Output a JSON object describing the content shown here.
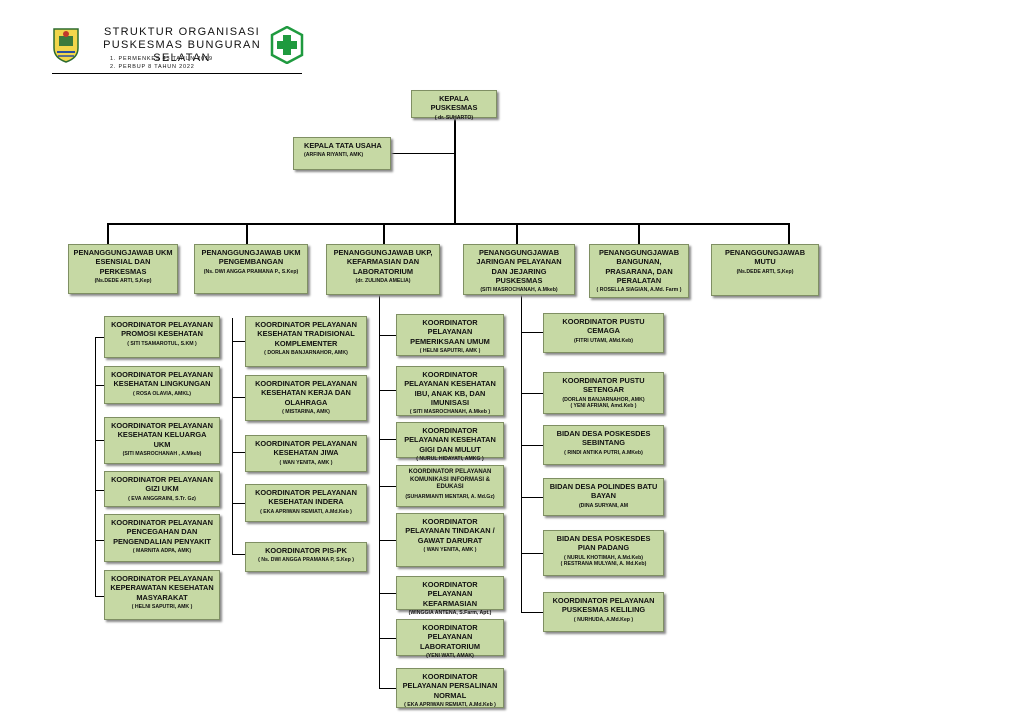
{
  "header": {
    "title_line1": "STRUKTUR ORGANISASI",
    "title_line2": "PUSKESMAS BUNGURAN SELATAN",
    "ref1": "1. PERMENKES 43 TAHUN 2019",
    "ref2": "2. PERBUP 8 TAHUN 2022"
  },
  "colors": {
    "box_fill": "#c6d9a4",
    "box_border": "#7f8f63",
    "logo_green": "#1f9a3f"
  },
  "head": {
    "title": "KEPALA PUSKESMAS",
    "name": "( dr. SUHARTO)"
  },
  "tata_usaha": {
    "title": "KEPALA TATA USAHA",
    "name": "(ARFINA RIYANTI, AMK)"
  },
  "pj": [
    {
      "title": "PENANGGUNGJAWAB UKM ESENSIAL DAN PERKESMAS",
      "name": "(Ns.DEDE ARTI, S,Kep)"
    },
    {
      "title": "PENANGGUNGJAWAB UKM PENGEMBANGAN",
      "name": "(Ns. DWI ANGGA PRAMANA P., S.Kep)"
    },
    {
      "title": "PENANGGUNGJAWAB UKP, KEFARMASIAN DAN LABORATORIUM",
      "name": "(dr. ZULINDA AMELIA)"
    },
    {
      "title": "PENANGGUNGJAWAB JARINGAN PELAYANAN DAN JEJARING PUSKESMAS",
      "name": "(SITI MASROCHANAH, A.Mkeb)"
    },
    {
      "title": "PENANGGUNGJAWAB BANGUNAN, PRASARANA, DAN PERALATAN",
      "name": "( ROSELLA SIAGIAN, A.Md. Farm )"
    },
    {
      "title": "PENANGGUNGJAWAB MUTU",
      "name": "(Ns.DEDE ARTI, S,Kep)"
    }
  ],
  "col1": [
    {
      "title": "KOORDINATOR PELAYANAN PROMOSI KESEHATAN",
      "name": "( SITI TSAMAROTUL, S.KM )"
    },
    {
      "title": "KOORDINATOR PELAYANAN KESEHATAN LINGKUNGAN",
      "name": "( ROSA OLAVIA, AMKL)"
    },
    {
      "title": "KOORDINATOR PELAYANAN KESEHATAN KELUARGA UKM",
      "name": "(SITI MASROCHANAH , A.Mkeb)"
    },
    {
      "title": "KOORDINATOR PELAYANAN GIZI UKM",
      "name": "( EVA ANGGRAINI, S.Tr. Gz)"
    },
    {
      "title": "KOORDINATOR PELAYANAN PENCEGAHAN DAN PENGENDALIAN PENYAKIT",
      "name": "( MARNITA ADPA, AMK)"
    },
    {
      "title": "KOORDINATOR PELAYANAN KEPERAWATAN KESEHATAN MASYARAKAT",
      "name": "( HELNI SAPUTRI, AMK )"
    }
  ],
  "col2": [
    {
      "title": "KOORDINATOR PELAYANAN KESEHATAN TRADISIONAL KOMPLEMENTER",
      "name": "( DORLAN BANJARNAHOR, AMK)"
    },
    {
      "title": "KOORDINATOR PELAYANAN KESEHATAN KERJA DAN OLAHRAGA",
      "name": "( MISTARINA, AMK)"
    },
    {
      "title": "KOORDINATOR PELAYANAN KESEHATAN JIWA",
      "name": "( WAN YENITA, AMK )"
    },
    {
      "title": "KOORDINATOR PELAYANAN KESEHATAN INDERA",
      "name": "( EKA APRIWAN REMIATI, A.Md.Keb )"
    },
    {
      "title": "KOORDINATOR PIS-PK",
      "name": "( Ns. DWI ANGGA PRAMANA P, S.Kep )"
    }
  ],
  "col3": [
    {
      "title": "KOORDINATOR PELAYANAN PEMERIKSAAN UMUM",
      "name": "( HELNI SAPUTRI, AMK )"
    },
    {
      "title": "KOORDINATOR PELAYANAN KESEHATAN IBU, ANAK KB, DAN IMUNISASI",
      "name": "( SITI MASROCHANAH, A.Mkeb )"
    },
    {
      "title": "KOORDINATOR PELAYANAN KESEHATAN GIGI DAN MULUT",
      "name": "( NURUL HIDAYATI, AMKG )"
    },
    {
      "title": "KOORDINATOR PELAYANAN KOMUNIKASI INFORMASI & EDUKASI",
      "name": "(SUHARMIANTI MENTARI, A. Md.Gz)"
    },
    {
      "title": "KOORDINATOR PELAYANAN TINDAKAN / GAWAT DARURAT",
      "name": "( WAN YENITA, AMK )"
    },
    {
      "title": "KOORDINATOR PELAYANAN KEFARMASIAN",
      "name": "(WINGGIA ANTENA, S.Farm, Apt.)"
    },
    {
      "title": "KOORDINATOR PELAYANAN LABORATORIUM",
      "name": "(YENI WATI, AMAK)"
    },
    {
      "title": "KOORDINATOR PELAYANAN PERSALINAN NORMAL",
      "name": "( EKA APRIWAN REMIATI, A.Md.Keb )"
    }
  ],
  "col4": [
    {
      "title": "KOORDINATOR PUSTU CEMAGA",
      "name": "(FITRI UTAMI, AMd.Keb)",
      "name2": ""
    },
    {
      "title": "KOORDINATOR PUSTU SETENGAR",
      "name": "(DORLAN BANJARNAHOR, AMK)",
      "name2": "( YENI AFRIANI, Amd.Keb )"
    },
    {
      "title": "BIDAN DESA POSKESDES SEBINTANG",
      "name": "( RINDI ANTIKA PUTRI, A.MKeb)",
      "name2": ""
    },
    {
      "title": "BIDAN DESA POLINDES BATU BAYAN",
      "name": "(DINA SURYANI, AM",
      "name2": ""
    },
    {
      "title": "BIDAN DESA POSKESDES PIAN PADANG",
      "name": "( NURUL KHOTIMAH, A.Md.Keb)",
      "name2": "( RESTRANA MULYANI, A. Md.Keb)"
    },
    {
      "title": "KOORDINATOR PELAYANAN PUSKESMAS KELILING",
      "name": "( NURHUDA, A.Md.Kep )",
      "name2": ""
    }
  ]
}
